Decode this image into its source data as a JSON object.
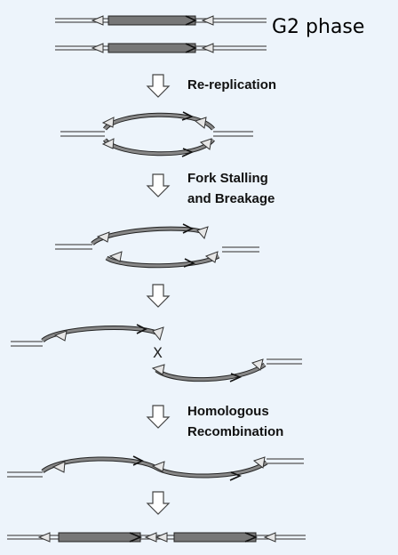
{
  "phase_label": "G2 phase",
  "steps": {
    "re_replication": "Re-replication",
    "fork_stalling_line1": "Fork Stalling",
    "fork_stalling_line2": "and Breakage",
    "homologous_line1": "Homologous",
    "homologous_line2": "Recombination"
  },
  "junction_mark": "X"
}
